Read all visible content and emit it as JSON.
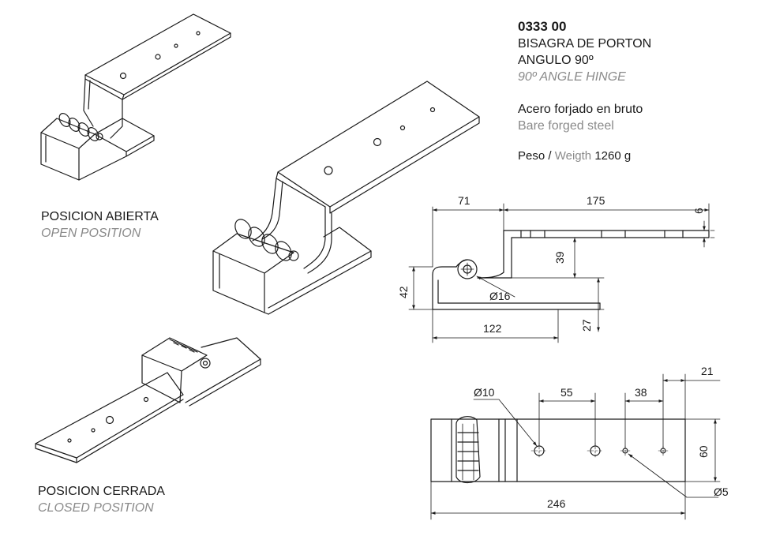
{
  "product": {
    "code": "0333 00",
    "name_es_1": "BISAGRA DE PORTON",
    "name_es_2": "ANGULO 90º",
    "name_en": "90º ANGLE HINGE",
    "material_es": "Acero forjado en bruto",
    "material_en": "Bare forged steel",
    "weight_label_es": "Peso",
    "weight_sep": "/",
    "weight_label_en": "Weigth",
    "weight_value": "1260 g"
  },
  "positions": {
    "open_es": "POSICION ABIERTA",
    "open_en": "OPEN POSITION",
    "closed_es": "POSICION CERRADA",
    "closed_en": "CLOSED POSITION"
  },
  "side_view_dims": {
    "d71": "71",
    "d175": "175",
    "d6": "6",
    "d39": "39",
    "d42": "42",
    "d16": "Ø16",
    "d122": "122",
    "d27": "27"
  },
  "top_view_dims": {
    "d21": "21",
    "d10": "Ø10",
    "d55": "55",
    "d38": "38",
    "d60": "60",
    "d5": "Ø5",
    "d246": "246"
  },
  "colors": {
    "line": "#1a1a1a",
    "secondary_text": "#8a8a8a"
  }
}
